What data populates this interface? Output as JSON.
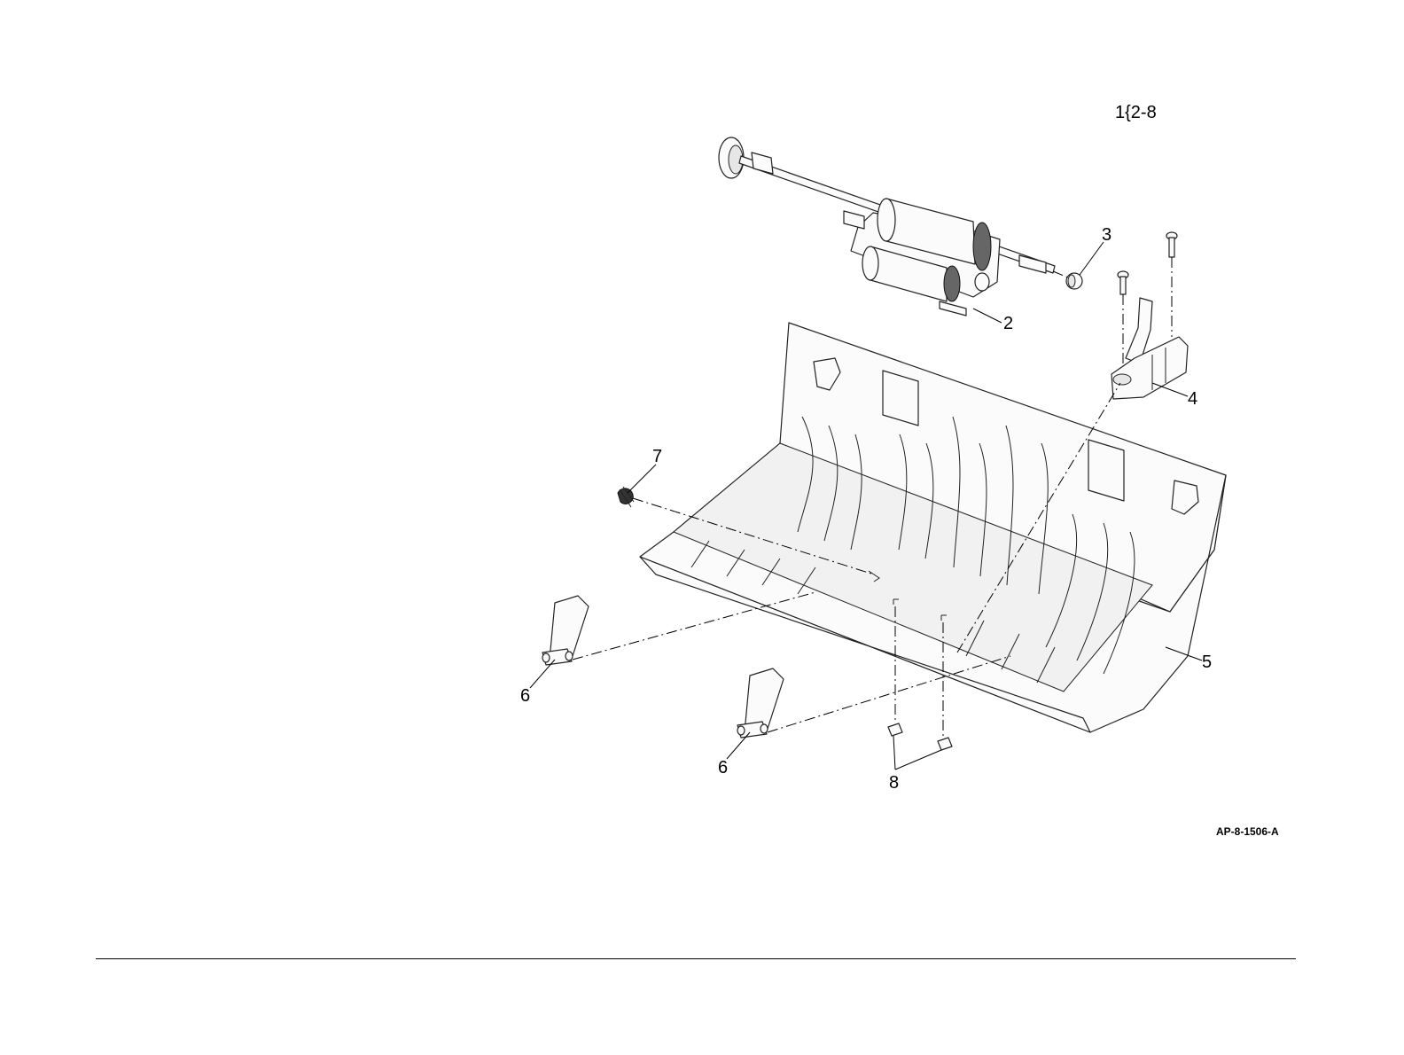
{
  "figure": {
    "range_label": "1{2-8",
    "figure_id": "AP-8-1506-A",
    "callouts": [
      "2",
      "3",
      "4",
      "5",
      "6",
      "6",
      "7",
      "8"
    ]
  }
}
